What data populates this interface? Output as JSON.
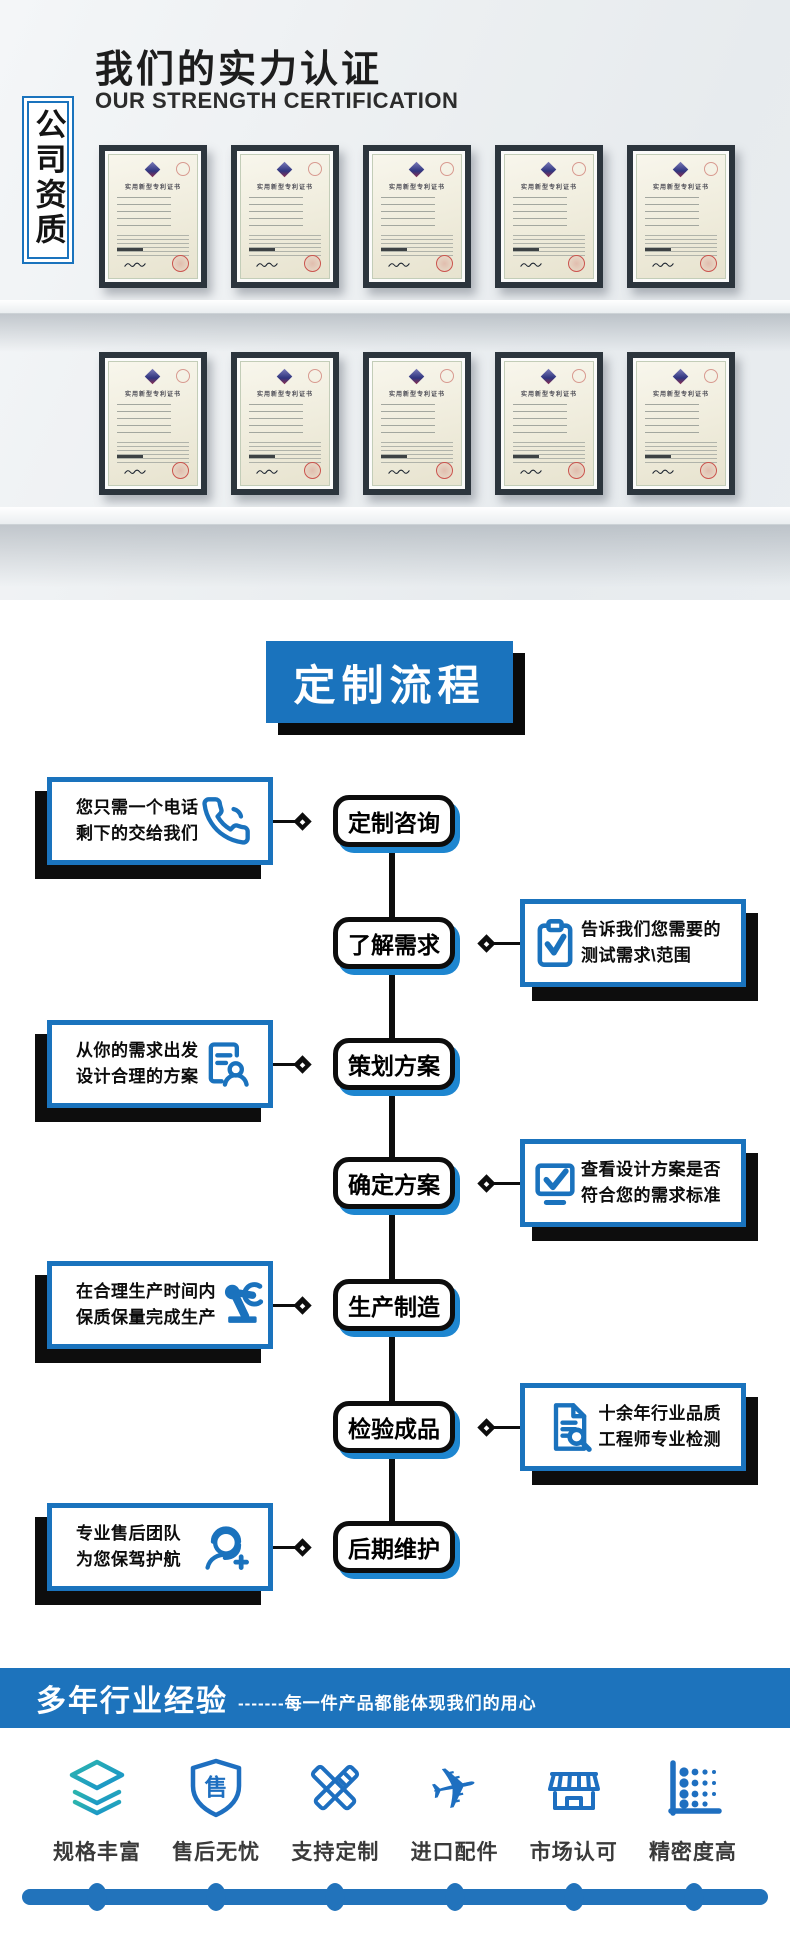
{
  "colors": {
    "accent_blue": "#1a73bd",
    "bar_blue": "#1d73bc",
    "node_shadow_blue": "#1e86d0",
    "icon_blue": "#1e6fc0",
    "teal": "#1ba4c4",
    "frame_dark": "#2c353d",
    "wall_gray": "#edf0f2",
    "black": "#0d0d0d"
  },
  "hero": {
    "title": "我们的实力认证",
    "subtitle": "OUR STRENGTH CERTIFICATION",
    "side_label": "公司资质",
    "certificate": {
      "title": "实用新型专利证书",
      "shelves": 2,
      "per_shelf": 5
    }
  },
  "flow": {
    "banner": "定制流程",
    "steps": [
      {
        "label": "定制咨询",
        "side": "left",
        "icon": "phone-icon",
        "lines": [
          "您只需一个电话",
          "剩下的交给我们"
        ]
      },
      {
        "label": "了解需求",
        "side": "right",
        "icon": "clipboard-check-icon",
        "lines": [
          "告诉我们您需要的",
          "测试需求\\范围"
        ]
      },
      {
        "label": "策划方案",
        "side": "left",
        "icon": "document-user-icon",
        "lines": [
          "从你的需求出发",
          "设计合理的方案"
        ]
      },
      {
        "label": "确定方案",
        "side": "right",
        "icon": "screen-check-icon",
        "lines": [
          "查看设计方案是否",
          "符合您的需求标准"
        ]
      },
      {
        "label": "生产制造",
        "side": "left",
        "icon": "robot-arm-icon",
        "lines": [
          "在合理生产时间内",
          "保质保量完成生产"
        ]
      },
      {
        "label": "检验成品",
        "side": "right",
        "icon": "document-search-icon",
        "lines": [
          "十余年行业品质",
          "工程师专业检测"
        ]
      },
      {
        "label": "后期维护",
        "side": "left",
        "icon": "headset-user-icon",
        "lines": [
          "专业售后团队",
          "为您保驾护航"
        ]
      }
    ]
  },
  "experience": {
    "heading": "多年行业经验",
    "tagline": "-------每一件产品都能体现我们的用心",
    "features": [
      {
        "label": "规格丰富",
        "icon": "layers-icon"
      },
      {
        "label": "售后无忧",
        "icon": "shield-icon",
        "glyph": "售"
      },
      {
        "label": "支持定制",
        "icon": "crossed-tools-icon"
      },
      {
        "label": "进口配件",
        "icon": "airplane-icon",
        "glyph": "✈"
      },
      {
        "label": "市场认可",
        "icon": "storefront-icon"
      },
      {
        "label": "精密度高",
        "icon": "precision-dots-icon"
      }
    ]
  }
}
